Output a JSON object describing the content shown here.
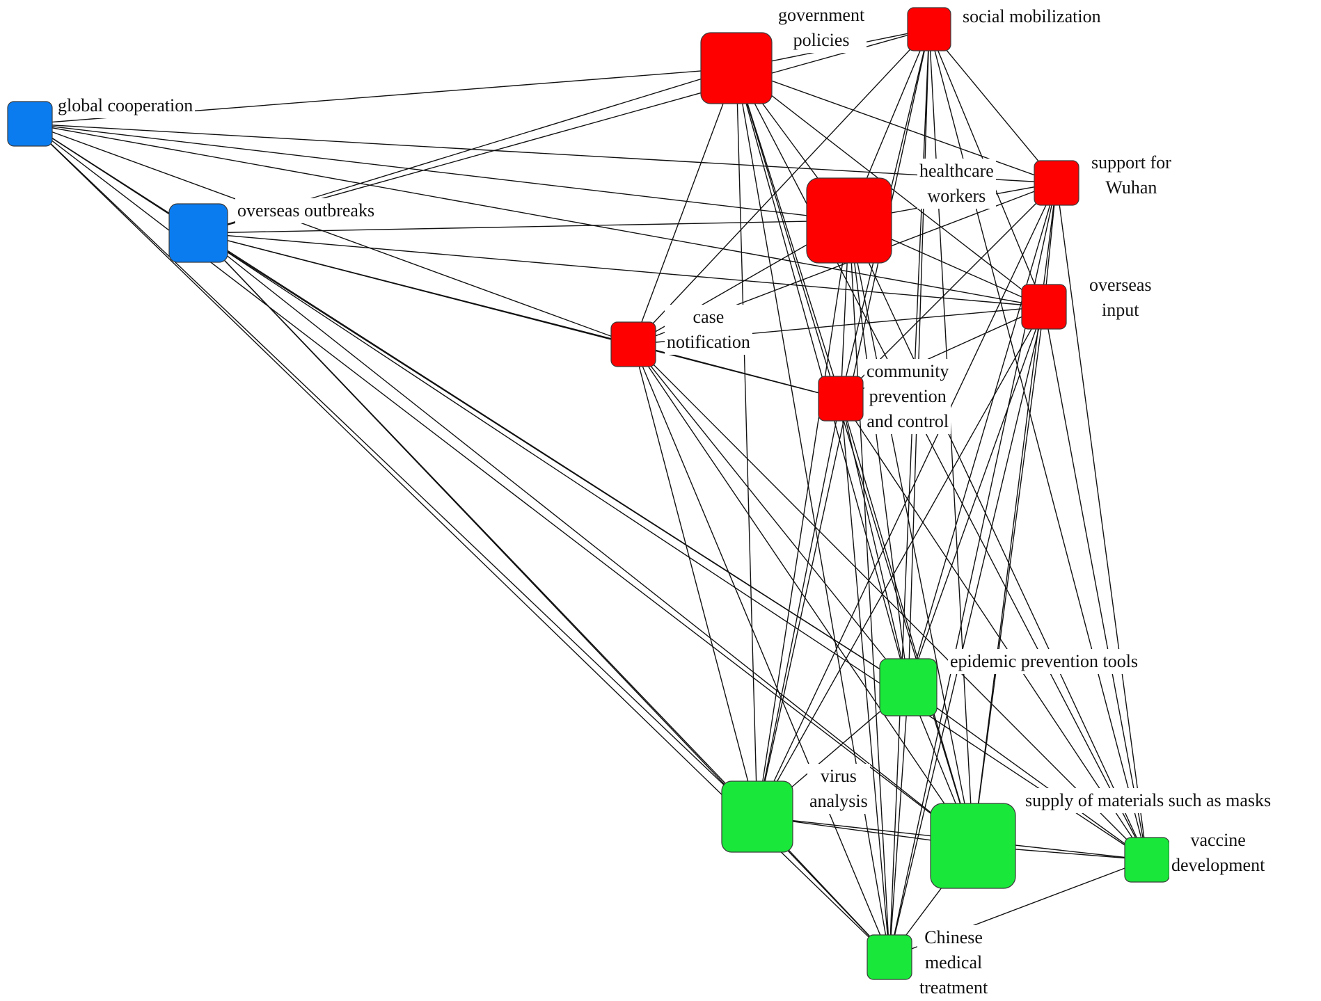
{
  "colors": {
    "group_blue": "#0a7cf0",
    "group_red": "#ff0000",
    "group_green": "#19e83a",
    "edge": "#111111"
  },
  "nodes": [
    {
      "id": "global_cooperation",
      "label": "global cooperation",
      "group": "blue"
    },
    {
      "id": "overseas_outbreaks",
      "label": "overseas outbreaks",
      "group": "blue"
    },
    {
      "id": "government_policies",
      "label": "government\npolicies",
      "group": "red"
    },
    {
      "id": "social_mobilization",
      "label": "social mobilization",
      "group": "red"
    },
    {
      "id": "healthcare_workers",
      "label": "healthcare\nworkers",
      "group": "red"
    },
    {
      "id": "support_for_wuhan",
      "label": "support for\nWuhan",
      "group": "red"
    },
    {
      "id": "overseas_input",
      "label": "overseas\ninput",
      "group": "red"
    },
    {
      "id": "case_notification",
      "label": "case\nnotification",
      "group": "red"
    },
    {
      "id": "community_prevention",
      "label": "community\nprevention\nand control",
      "group": "red"
    },
    {
      "id": "epidemic_prevention_tools",
      "label": "epidemic prevention tools",
      "group": "green"
    },
    {
      "id": "virus_analysis",
      "label": "virus\nanalysis",
      "group": "green"
    },
    {
      "id": "supply_of_materials",
      "label": "supply of materials such as masks",
      "group": "green"
    },
    {
      "id": "vaccine_development",
      "label": "vaccine\ndevelopment",
      "group": "green"
    },
    {
      "id": "chinese_medical_treatment",
      "label": "Chinese\nmedical\ntreatment",
      "group": "green"
    }
  ],
  "edges": [
    [
      "global_cooperation",
      "overseas_outbreaks"
    ],
    [
      "global_cooperation",
      "government_policies"
    ],
    [
      "global_cooperation",
      "healthcare_workers"
    ],
    [
      "global_cooperation",
      "support_for_wuhan"
    ],
    [
      "global_cooperation",
      "overseas_input"
    ],
    [
      "global_cooperation",
      "case_notification"
    ],
    [
      "global_cooperation",
      "epidemic_prevention_tools"
    ],
    [
      "global_cooperation",
      "virus_analysis"
    ],
    [
      "global_cooperation",
      "supply_of_materials"
    ],
    [
      "global_cooperation",
      "chinese_medical_treatment"
    ],
    [
      "overseas_outbreaks",
      "government_policies"
    ],
    [
      "overseas_outbreaks",
      "social_mobilization"
    ],
    [
      "overseas_outbreaks",
      "healthcare_workers"
    ],
    [
      "overseas_outbreaks",
      "overseas_input"
    ],
    [
      "overseas_outbreaks",
      "case_notification"
    ],
    [
      "overseas_outbreaks",
      "community_prevention"
    ],
    [
      "overseas_outbreaks",
      "epidemic_prevention_tools"
    ],
    [
      "overseas_outbreaks",
      "virus_analysis"
    ],
    [
      "overseas_outbreaks",
      "supply_of_materials"
    ],
    [
      "overseas_outbreaks",
      "vaccine_development"
    ],
    [
      "overseas_outbreaks",
      "chinese_medical_treatment"
    ],
    [
      "government_policies",
      "social_mobilization"
    ],
    [
      "government_policies",
      "healthcare_workers"
    ],
    [
      "government_policies",
      "support_for_wuhan"
    ],
    [
      "government_policies",
      "overseas_input"
    ],
    [
      "government_policies",
      "case_notification"
    ],
    [
      "government_policies",
      "community_prevention"
    ],
    [
      "government_policies",
      "epidemic_prevention_tools"
    ],
    [
      "government_policies",
      "virus_analysis"
    ],
    [
      "government_policies",
      "supply_of_materials"
    ],
    [
      "government_policies",
      "vaccine_development"
    ],
    [
      "government_policies",
      "chinese_medical_treatment"
    ],
    [
      "social_mobilization",
      "healthcare_workers"
    ],
    [
      "social_mobilization",
      "support_for_wuhan"
    ],
    [
      "social_mobilization",
      "overseas_input"
    ],
    [
      "social_mobilization",
      "case_notification"
    ],
    [
      "social_mobilization",
      "community_prevention"
    ],
    [
      "social_mobilization",
      "epidemic_prevention_tools"
    ],
    [
      "social_mobilization",
      "virus_analysis"
    ],
    [
      "social_mobilization",
      "supply_of_materials"
    ],
    [
      "social_mobilization",
      "vaccine_development"
    ],
    [
      "social_mobilization",
      "chinese_medical_treatment"
    ],
    [
      "healthcare_workers",
      "support_for_wuhan"
    ],
    [
      "healthcare_workers",
      "overseas_input"
    ],
    [
      "healthcare_workers",
      "case_notification"
    ],
    [
      "healthcare_workers",
      "community_prevention"
    ],
    [
      "healthcare_workers",
      "epidemic_prevention_tools"
    ],
    [
      "healthcare_workers",
      "virus_analysis"
    ],
    [
      "healthcare_workers",
      "supply_of_materials"
    ],
    [
      "healthcare_workers",
      "vaccine_development"
    ],
    [
      "healthcare_workers",
      "chinese_medical_treatment"
    ],
    [
      "support_for_wuhan",
      "overseas_input"
    ],
    [
      "support_for_wuhan",
      "case_notification"
    ],
    [
      "support_for_wuhan",
      "community_prevention"
    ],
    [
      "support_for_wuhan",
      "epidemic_prevention_tools"
    ],
    [
      "support_for_wuhan",
      "virus_analysis"
    ],
    [
      "support_for_wuhan",
      "supply_of_materials"
    ],
    [
      "support_for_wuhan",
      "vaccine_development"
    ],
    [
      "support_for_wuhan",
      "chinese_medical_treatment"
    ],
    [
      "overseas_input",
      "case_notification"
    ],
    [
      "overseas_input",
      "community_prevention"
    ],
    [
      "overseas_input",
      "epidemic_prevention_tools"
    ],
    [
      "overseas_input",
      "virus_analysis"
    ],
    [
      "overseas_input",
      "supply_of_materials"
    ],
    [
      "overseas_input",
      "vaccine_development"
    ],
    [
      "overseas_input",
      "chinese_medical_treatment"
    ],
    [
      "case_notification",
      "community_prevention"
    ],
    [
      "case_notification",
      "epidemic_prevention_tools"
    ],
    [
      "case_notification",
      "virus_analysis"
    ],
    [
      "case_notification",
      "supply_of_materials"
    ],
    [
      "case_notification",
      "vaccine_development"
    ],
    [
      "case_notification",
      "chinese_medical_treatment"
    ],
    [
      "community_prevention",
      "epidemic_prevention_tools"
    ],
    [
      "community_prevention",
      "virus_analysis"
    ],
    [
      "community_prevention",
      "supply_of_materials"
    ],
    [
      "community_prevention",
      "vaccine_development"
    ],
    [
      "community_prevention",
      "chinese_medical_treatment"
    ],
    [
      "epidemic_prevention_tools",
      "virus_analysis"
    ],
    [
      "epidemic_prevention_tools",
      "supply_of_materials"
    ],
    [
      "epidemic_prevention_tools",
      "vaccine_development"
    ],
    [
      "epidemic_prevention_tools",
      "chinese_medical_treatment"
    ],
    [
      "virus_analysis",
      "supply_of_materials"
    ],
    [
      "virus_analysis",
      "vaccine_development"
    ],
    [
      "virus_analysis",
      "chinese_medical_treatment"
    ],
    [
      "supply_of_materials",
      "vaccine_development"
    ],
    [
      "supply_of_materials",
      "chinese_medical_treatment"
    ],
    [
      "vaccine_development",
      "chinese_medical_treatment"
    ]
  ]
}
